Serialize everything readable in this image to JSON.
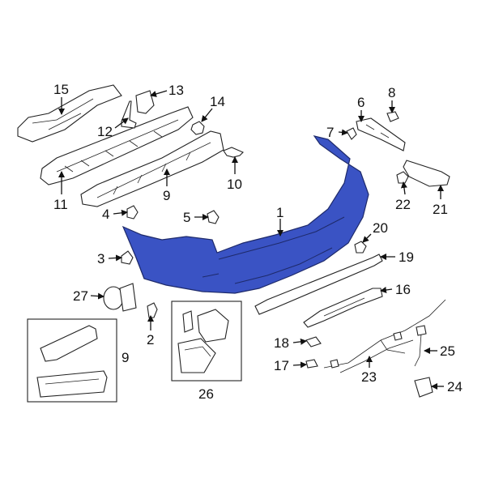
{
  "diagram": {
    "accent_color": "#3a53c4",
    "arrowhead_color": "#111111",
    "callouts": {
      "c1": "1",
      "c2": "2",
      "c3": "3",
      "c4": "4",
      "c5": "5",
      "c6": "6",
      "c7": "7",
      "c8": "8",
      "c9a": "9",
      "c9b": "9",
      "c10": "10",
      "c11": "11",
      "c12": "12",
      "c13": "13",
      "c14": "14",
      "c15": "15",
      "c16": "16",
      "c17": "17",
      "c18": "18",
      "c19": "19",
      "c20": "20",
      "c21": "21",
      "c22": "22",
      "c23": "23",
      "c24": "24",
      "c25": "25",
      "c26": "26",
      "c27": "27"
    }
  }
}
